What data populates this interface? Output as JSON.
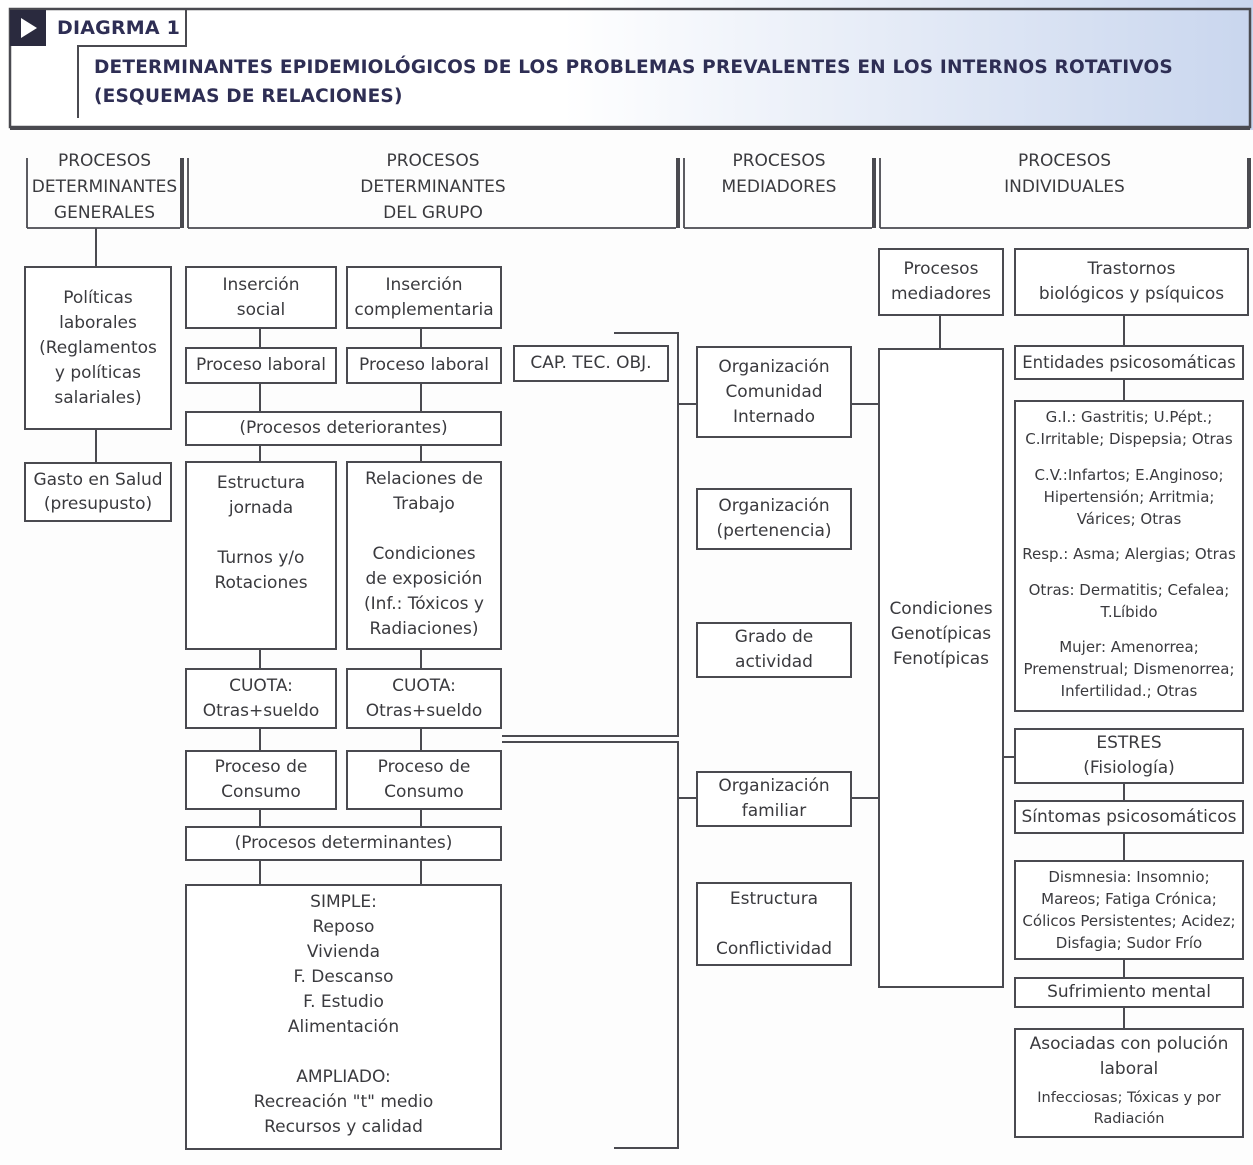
{
  "header": {
    "diagram_label": "DIAGRMA 1",
    "title_line1": "DETERMINANTES EPIDEMIOLÓGICOS DE LOS PROBLEMAS PREVALENTES EN LOS INTERNOS ROTATIVOS",
    "title_line2": "(ESQUEMAS DE RELACIONES)"
  },
  "sections": {
    "general": "PROCESOS\nDETERMINANTES\nGENERALES",
    "group": "PROCESOS\nDETERMINANTES\nDEL GRUPO",
    "mediators": "PROCESOS\nMEDIADORES",
    "individual": "PROCESOS\nINDIVIDUALES"
  },
  "general_col": {
    "politicas": "Políticas\nlaborales\n(Reglamentos\ny políticas\nsalariales)",
    "gasto": "Gasto en Salud\n(presupusto)"
  },
  "group_col": {
    "insercion_social": "Inserción\nsocial",
    "insercion_comp": "Inserción\ncomplementaria",
    "proceso_laboral_1": "Proceso laboral",
    "proceso_laboral_2": "Proceso laboral",
    "cap_tec": "CAP. TEC. OBJ.",
    "deteriorantes": "(Procesos deteriorantes)",
    "estructura_jornada": "Estructura\njornada\n\nTurnos y/o\nRotaciones",
    "relaciones_trabajo": "Relaciones de\nTrabajo\n\nCondiciones\nde exposición\n(Inf.: Tóxicos y\nRadiaciones)",
    "cuota_1": "CUOTA:\nOtras+sueldo",
    "cuota_2": "CUOTA:\nOtras+sueldo",
    "consumo_1": "Proceso de\nConsumo",
    "consumo_2": "Proceso de\nConsumo",
    "determinantes": "(Procesos determinantes)",
    "simple": "SIMPLE:\nReposo\nVivienda\nF. Descanso\nF. Estudio\nAlimentación\n\nAMPLIADO:\nRecreación \"t\"  medio\nRecursos y calidad"
  },
  "mediator_col": {
    "org_comunidad": "Organización\nComunidad\nInternado",
    "org_pertenencia": "Organización\n(pertenencia)",
    "grado_actividad": "Grado de\nactividad",
    "org_familiar": "Organización\nfamiliar",
    "estructura_conf": "Estructura\n\nConflictividad"
  },
  "individual_col": {
    "procesos_mediadores": "Procesos\nmediadores",
    "condiciones": "Condiciones\nGenotípicas\nFenotípicas",
    "trastornos": "Trastornos\nbiológicos y psíquicos",
    "entidades": "Entidades psicosomáticas",
    "entidades_list": [
      "G.I.: Gastritis; U.Pépt.;\nC.Irritable; Dispepsia; Otras",
      "C.V.:Infartos; E.Anginoso;\nHipertensión; Arritmia;\nVárices; Otras",
      "Resp.: Asma; Alergias; Otras",
      "Otras: Dermatitis; Cefalea;\nT.Líbido",
      "Mujer: Amenorrea;\nPremenstrual; Dismenorrea;\nInfertilidad.; Otras"
    ],
    "estres": "ESTRES\n(Fisiología)",
    "sintomas": "Síntomas psicosomáticos",
    "sintomas_list": "Dismnesia: Insomnio;\nMareos; Fatiga Crónica;\nCólicos Persistentes; Acidez;\nDisfagia; Sudor Frío",
    "sufrimiento": "Sufrimiento mental",
    "asociadas": "Asociadas con polución\nlaboral",
    "asociadas_list": "Infecciosas; Tóxicas y por\nRadiación"
  }
}
